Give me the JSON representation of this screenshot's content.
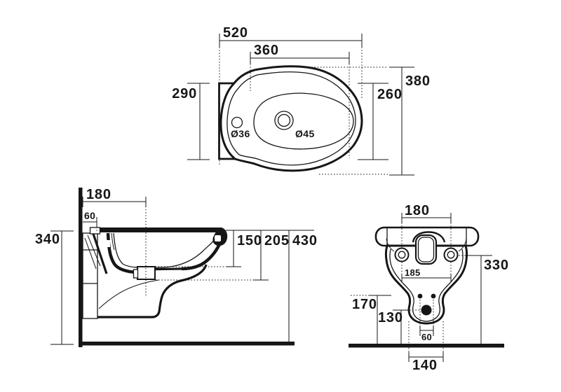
{
  "drawing": {
    "type": "technical-dimension-drawing",
    "subject": "wall-hung bidet",
    "background_color": "#ffffff",
    "ink_color": "#161616",
    "views": {
      "top": {
        "name": "top view",
        "dims": {
          "overall_depth": "520",
          "basin_depth": "360",
          "overall_width": "380",
          "basin_width": "260",
          "back_width": "290",
          "faucet_hole_diameter": "Ø36",
          "drain_hole_diameter": "Ø45"
        }
      },
      "side": {
        "name": "side section view",
        "dims": {
          "top_projection": "180",
          "mounting_depth": "60",
          "body_height": "340",
          "rim_to_overflow": "150",
          "rim_to_outlet": "205",
          "rim_height_from_floor": "430"
        }
      },
      "front": {
        "name": "front view",
        "dims": {
          "fixing_span_top": "180",
          "fixing_hole_span": "185",
          "fixing_hole_height": "330",
          "inlet_height": "170",
          "outlet_height": "130",
          "inlet_spacing": "60",
          "base_width": "140"
        }
      }
    }
  }
}
